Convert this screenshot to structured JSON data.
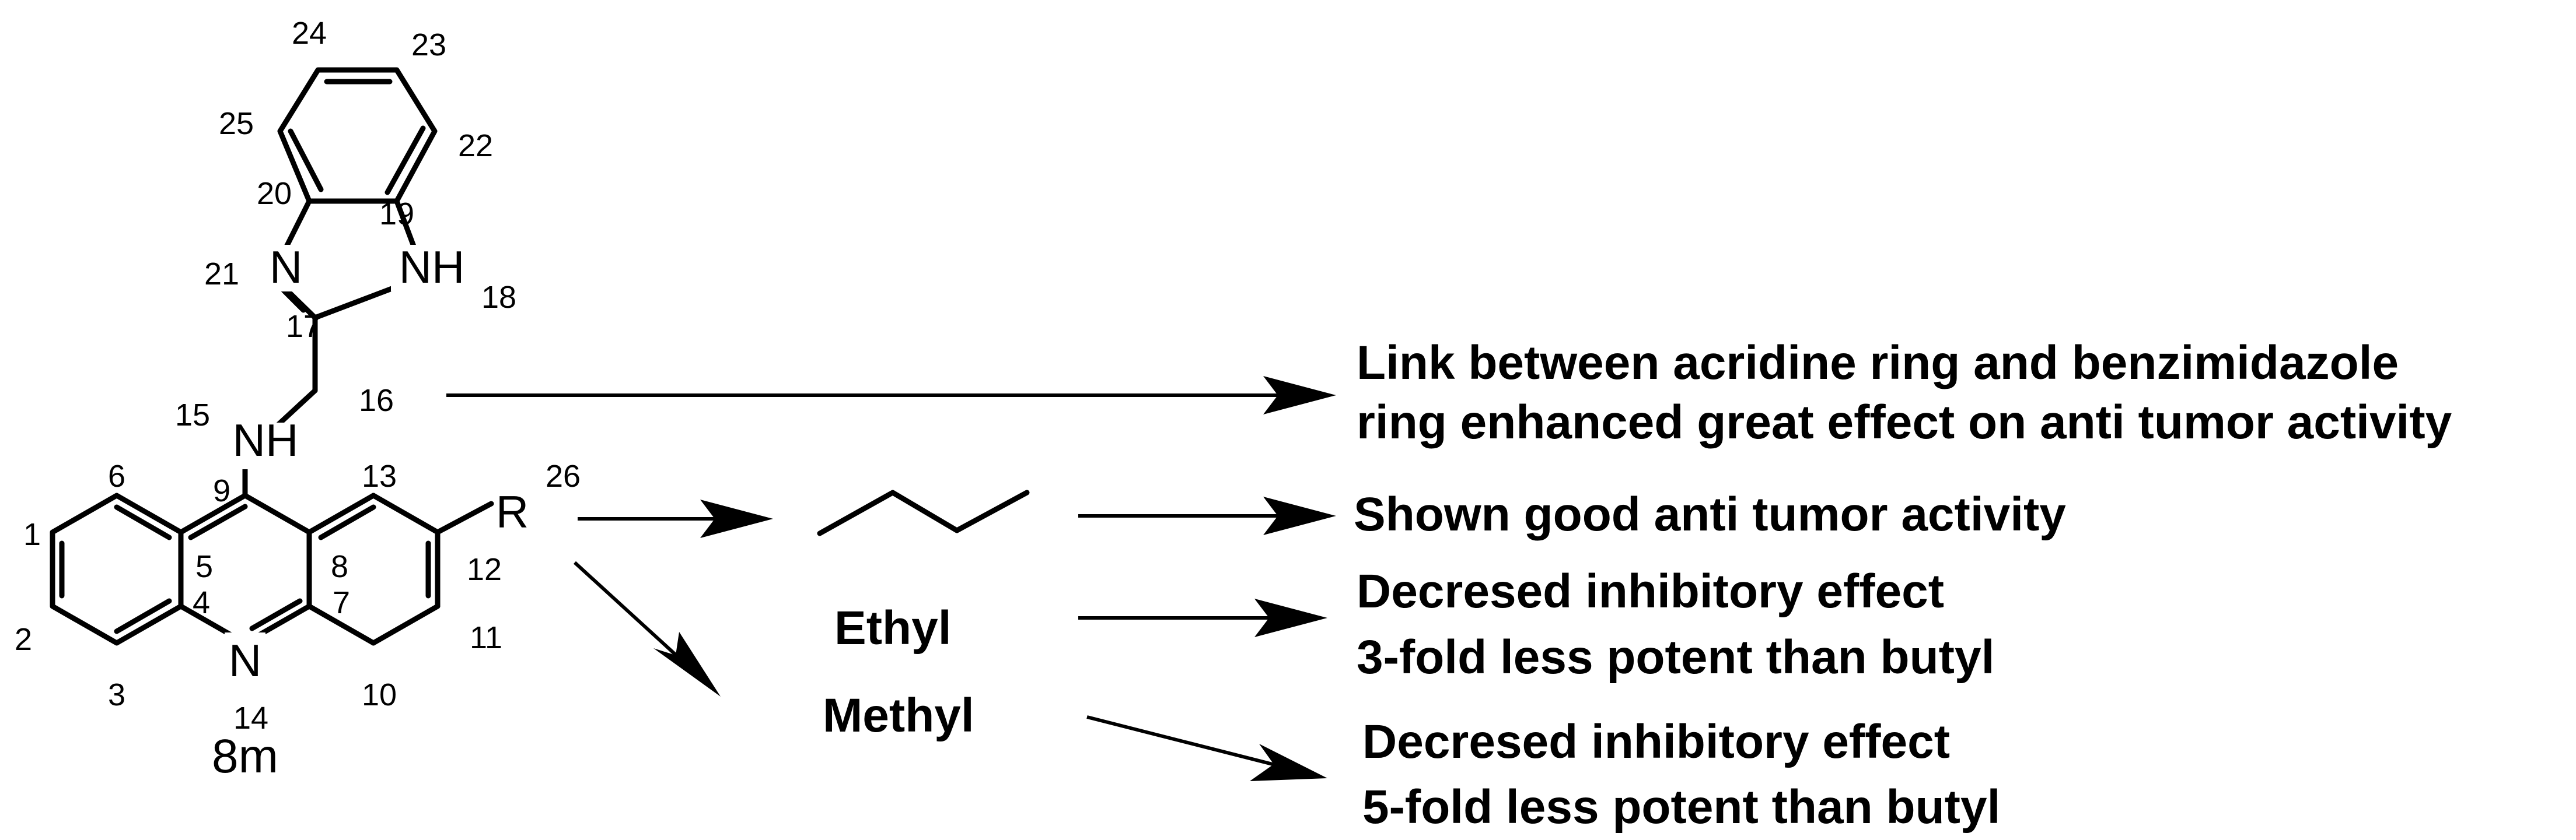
{
  "molecule": {
    "compound_label": "8m",
    "r_group_symbol": "R",
    "atoms": {
      "benzimidazole_n": "N",
      "benzimidazole_nh": "NH",
      "linker_nh": "NH",
      "acridine_n": "N"
    },
    "position_numbers": {
      "p1": "1",
      "p2": "2",
      "p3": "3",
      "p4": "4",
      "p5": "5",
      "p6": "6",
      "p7": "7",
      "p8": "8",
      "p9": "9",
      "p10": "10",
      "p11": "11",
      "p12": "12",
      "p13": "13",
      "p14": "14",
      "p15": "15",
      "p16": "16",
      "p17": "17",
      "p18": "18",
      "p19": "19",
      "p20": "20",
      "p21": "21",
      "p22": "22",
      "p23": "23",
      "p24": "24",
      "p25": "25",
      "p26": "26"
    }
  },
  "substituents": {
    "ethyl": "Ethyl",
    "methyl": "Methyl"
  },
  "notes": {
    "linker_line1": "Link between acridine ring and benzimidazole",
    "linker_line2": "ring enhanced great effect on anti tumor activity",
    "butyl": "Shown good anti tumor activity",
    "ethyl_line1": "Decresed inhibitory effect",
    "ethyl_line2": "3-fold less potent than butyl",
    "methyl_line1": "Decresed inhibitory effect",
    "methyl_line2": "5-fold less potent than butyl"
  }
}
